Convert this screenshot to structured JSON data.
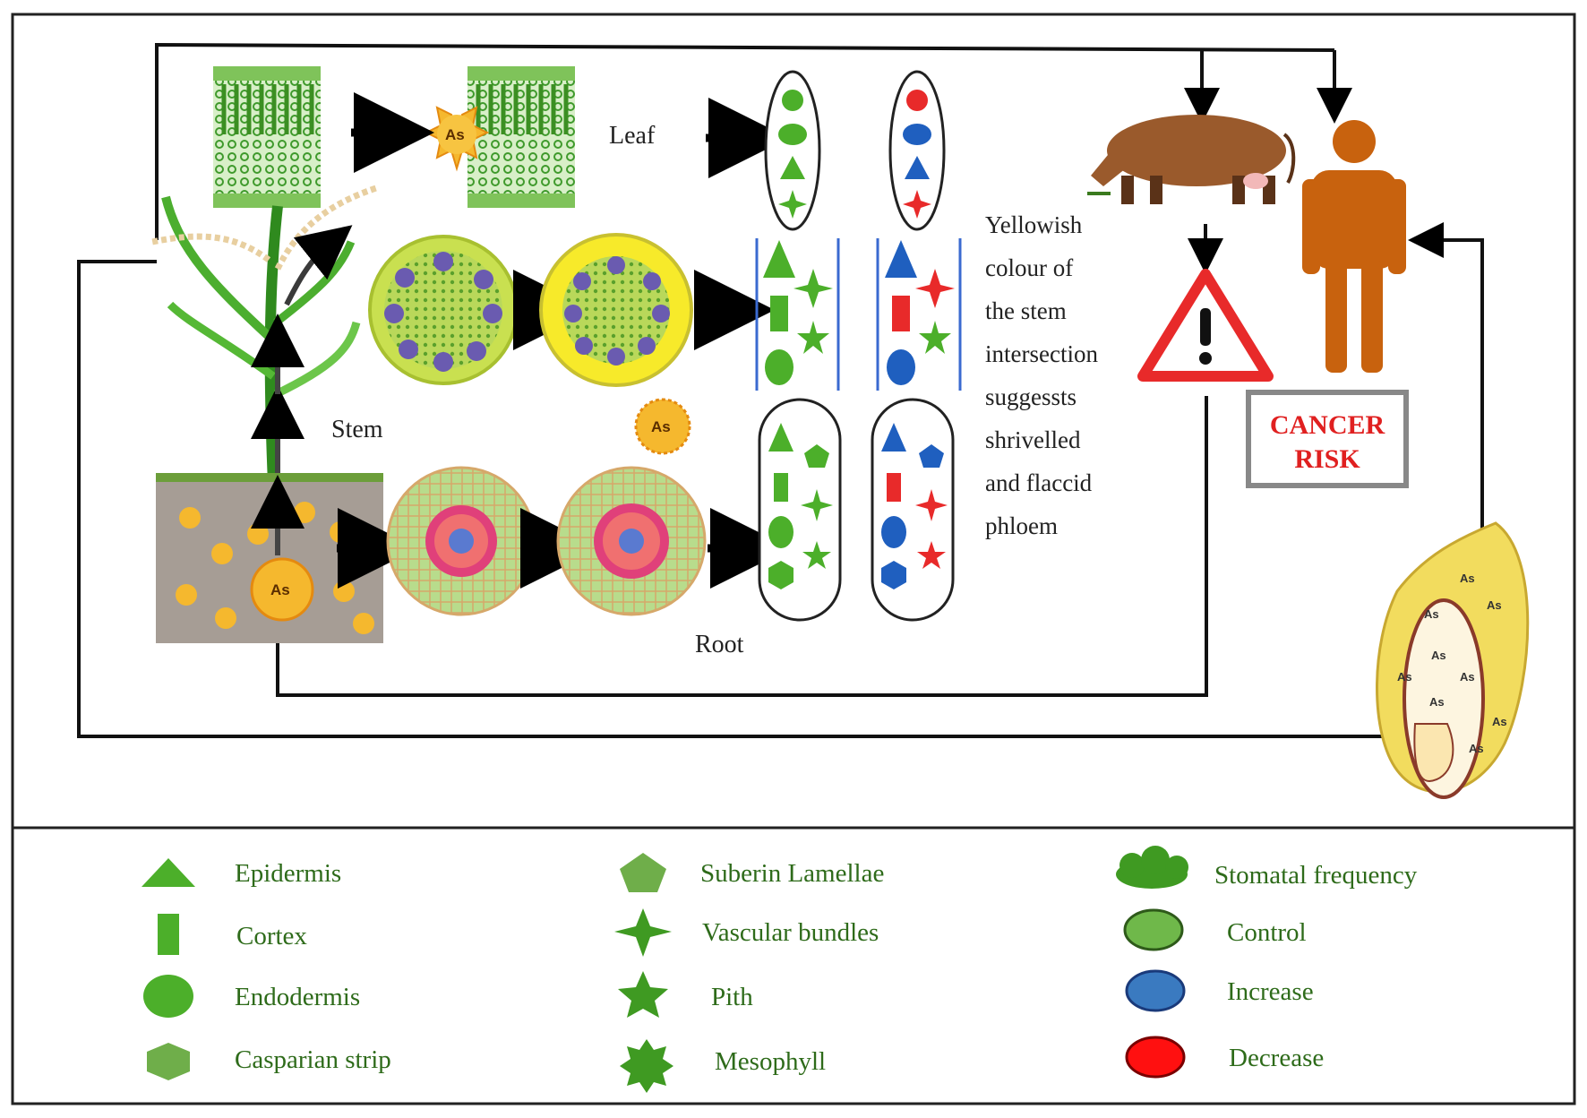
{
  "labels": {
    "leaf": "Leaf",
    "stem": "Stem",
    "root": "Root",
    "as": "As"
  },
  "observation": [
    "Yellowish",
    "colour of",
    "the stem",
    "intersection",
    "suggessts",
    "shrivelled",
    "and flaccid",
    "phloem"
  ],
  "cancer_risk": [
    "CANCER",
    "RISK"
  ],
  "legend": [
    {
      "label": "Epidermis",
      "icon": "triangle-icon"
    },
    {
      "label": "Cortex",
      "icon": "rectangle-icon"
    },
    {
      "label": "Endodermis",
      "icon": "circle-icon"
    },
    {
      "label": "Casparian strip",
      "icon": "hexagon-icon"
    },
    {
      "label": "Suberin Lamellae",
      "icon": "pentagon-icon"
    },
    {
      "label": "Vascular bundles",
      "icon": "four-point-star-icon"
    },
    {
      "label": "Pith",
      "icon": "five-point-star-icon"
    },
    {
      "label": "Mesophyll",
      "icon": "eight-point-star-icon"
    },
    {
      "label": "Stomatal frequency",
      "icon": "cloud-icon"
    },
    {
      "label": "Control",
      "icon": "green-ellipse-icon"
    },
    {
      "label": "Increase",
      "icon": "blue-ellipse-icon"
    },
    {
      "label": "Decrease",
      "icon": "red-ellipse-icon"
    }
  ],
  "colors": {
    "control": "#4caf2a",
    "increase": "#1f5fbf",
    "decrease": "#e82a2a",
    "legend_text": "#2e6b1a",
    "arsenic": "#f5b82e",
    "human": "#c8620e",
    "cancer_text": "#e02020"
  }
}
